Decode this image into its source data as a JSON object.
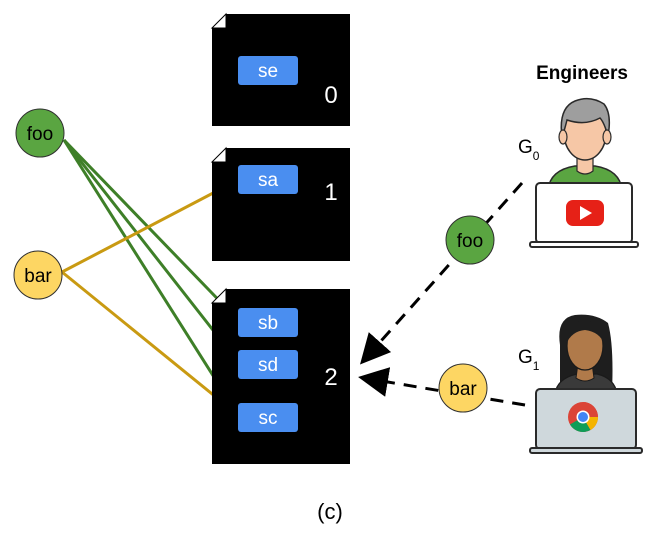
{
  "caption": "(c)",
  "engineers_title": "Engineers",
  "files": [
    {
      "index": "0",
      "tags": [
        "se"
      ]
    },
    {
      "index": "1",
      "tags": [
        "sa"
      ]
    },
    {
      "index": "2",
      "tags": [
        "sb",
        "sd",
        "sc"
      ]
    }
  ],
  "keys": [
    {
      "label": "foo",
      "color": "#5aa541",
      "edge_color": "#3e7f28"
    },
    {
      "label": "bar",
      "color": "#fdd663",
      "edge_color": "#c99a12"
    }
  ],
  "engineers": [
    {
      "label": "G",
      "subscript": "0",
      "device_icon": "youtube-icon",
      "request_key": "foo"
    },
    {
      "label": "G",
      "subscript": "1",
      "device_icon": "chrome-icon",
      "request_key": "bar"
    }
  ],
  "colors": {
    "file_bg": "#000000",
    "tag_bg": "#4a8ef0",
    "youtube_red": "#e62117",
    "laptop_gray": "#cfd8dc"
  }
}
